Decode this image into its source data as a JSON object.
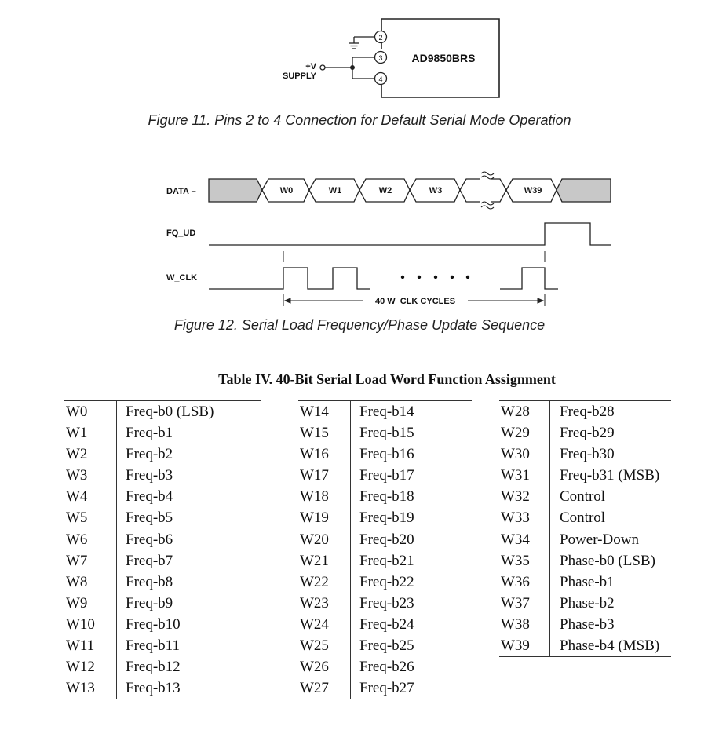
{
  "figure11": {
    "chip_label": "AD9850BRS",
    "pins": [
      "2",
      "3",
      "4"
    ],
    "supply_label_line1": "+V",
    "supply_label_line2": "SUPPLY",
    "caption": "Figure 11. Pins 2 to 4 Connection for Default Serial Mode Operation"
  },
  "figure12": {
    "signals": [
      "DATA –",
      "FQ_UD",
      "W_CLK"
    ],
    "data_words": [
      "W0",
      "W1",
      "W2",
      "W3",
      "W39"
    ],
    "cycles_label": "40 W_CLK CYCLES",
    "caption": "Figure 12. Serial Load Frequency/Phase Update Sequence"
  },
  "table": {
    "title": "Table IV. 40-Bit Serial Load Word Function Assignment",
    "columns": [
      [
        {
          "word": "W0",
          "func": "Freq-b0 (LSB)"
        },
        {
          "word": "W1",
          "func": "Freq-b1"
        },
        {
          "word": "W2",
          "func": "Freq-b2"
        },
        {
          "word": "W3",
          "func": "Freq-b3"
        },
        {
          "word": "W4",
          "func": "Freq-b4"
        },
        {
          "word": "W5",
          "func": "Freq-b5"
        },
        {
          "word": "W6",
          "func": "Freq-b6"
        },
        {
          "word": "W7",
          "func": "Freq-b7"
        },
        {
          "word": "W8",
          "func": "Freq-b8"
        },
        {
          "word": "W9",
          "func": "Freq-b9"
        },
        {
          "word": "W10",
          "func": "Freq-b10"
        },
        {
          "word": "W11",
          "func": "Freq-b11"
        },
        {
          "word": "W12",
          "func": "Freq-b12"
        },
        {
          "word": "W13",
          "func": "Freq-b13"
        }
      ],
      [
        {
          "word": "W14",
          "func": "Freq-b14"
        },
        {
          "word": "W15",
          "func": "Freq-b15"
        },
        {
          "word": "W16",
          "func": "Freq-b16"
        },
        {
          "word": "W17",
          "func": "Freq-b17"
        },
        {
          "word": "W18",
          "func": "Freq-b18"
        },
        {
          "word": "W19",
          "func": "Freq-b19"
        },
        {
          "word": "W20",
          "func": "Freq-b20"
        },
        {
          "word": "W21",
          "func": "Freq-b21"
        },
        {
          "word": "W22",
          "func": "Freq-b22"
        },
        {
          "word": "W23",
          "func": "Freq-b23"
        },
        {
          "word": "W24",
          "func": "Freq-b24"
        },
        {
          "word": "W25",
          "func": "Freq-b25"
        },
        {
          "word": "W26",
          "func": "Freq-b26"
        },
        {
          "word": "W27",
          "func": "Freq-b27"
        }
      ],
      [
        {
          "word": "W28",
          "func": "Freq-b28"
        },
        {
          "word": "W29",
          "func": "Freq-b29"
        },
        {
          "word": "W30",
          "func": "Freq-b30"
        },
        {
          "word": "W31",
          "func": "Freq-b31 (MSB)"
        },
        {
          "word": "W32",
          "func": "Control"
        },
        {
          "word": "W33",
          "func": "Control"
        },
        {
          "word": "W34",
          "func": "Power-Down"
        },
        {
          "word": "W35",
          "func": "Phase-b0 (LSB)"
        },
        {
          "word": "W36",
          "func": "Phase-b1"
        },
        {
          "word": "W37",
          "func": "Phase-b2"
        },
        {
          "word": "W38",
          "func": "Phase-b3"
        },
        {
          "word": "W39",
          "func": "Phase-b4 (MSB)"
        }
      ]
    ]
  }
}
